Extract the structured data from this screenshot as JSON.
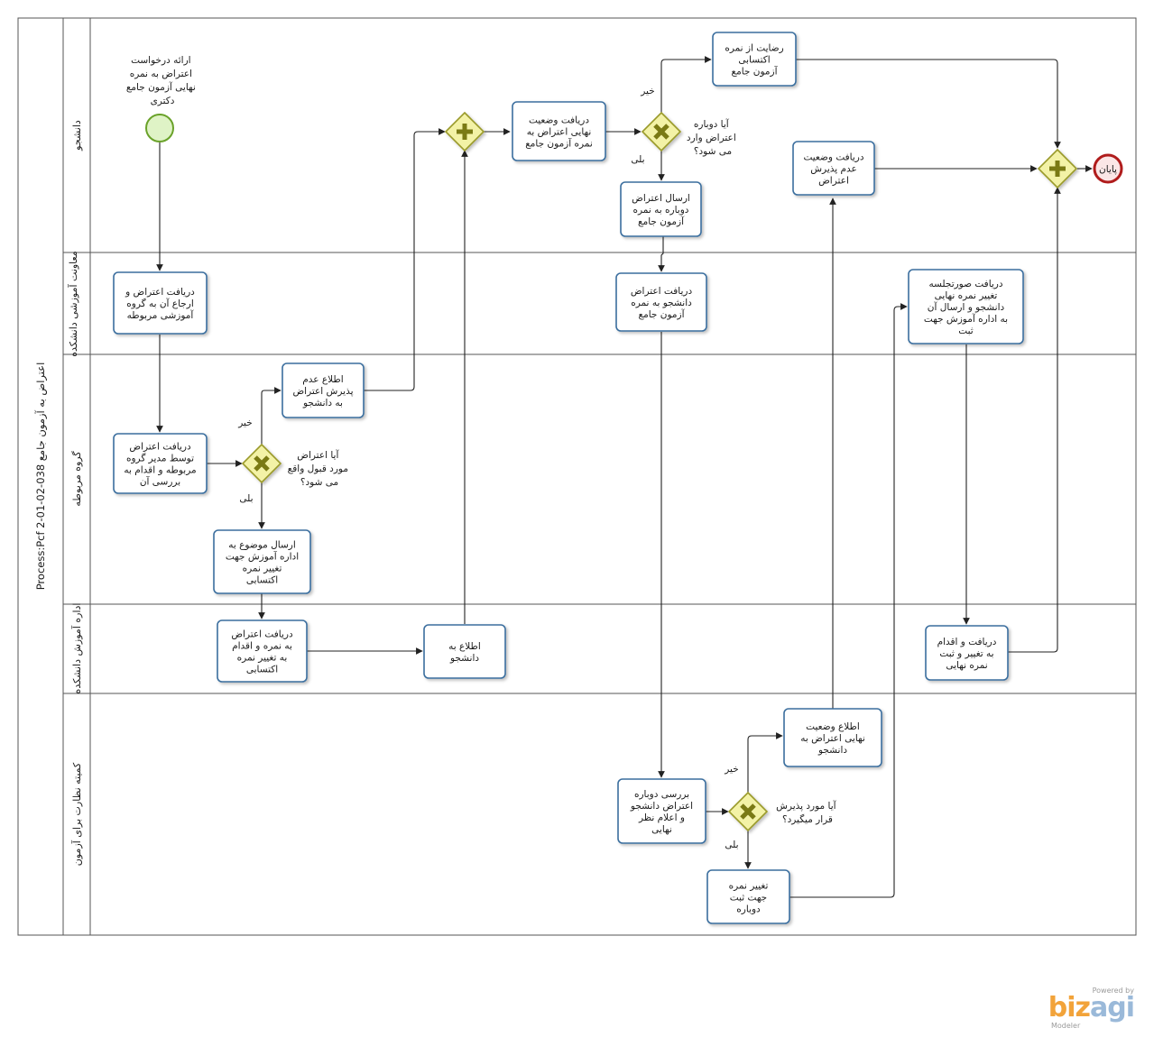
{
  "pool": {
    "title": "Process:Pcf 2-01-02-038 اعتراض به آزمون جامع"
  },
  "lanes": [
    {
      "id": "student",
      "label": "دانشجو"
    },
    {
      "id": "deputy",
      "label": "معاونت آموزشی دانشکده"
    },
    {
      "id": "group",
      "label": "گروه مربوطه"
    },
    {
      "id": "office",
      "label": "اداره آموزش دانشکده"
    },
    {
      "id": "committee",
      "label": "کمیته نظارت برای آزمون"
    }
  ],
  "start_event": {
    "label": [
      "ارائه درخواست",
      "اعتراض به نمره",
      "نهایی آزمون جامع",
      "دکتری"
    ]
  },
  "end_event": {
    "label": "پایان"
  },
  "tasks": {
    "t_deputy_receive": [
      "دریافت اعتراض و",
      "ارجاع آن به گروه",
      "آموزشی مربوطه"
    ],
    "t_group_review": [
      "دریافت اعتراض",
      "توسط مدیر گروه",
      "مربوطه و اقدام به",
      "بررسی آن"
    ],
    "t_group_reject": [
      "اطلاع عدم",
      "پذیرش اعتراض",
      "به دانشجو"
    ],
    "t_group_send": [
      "ارسال موضوع به",
      "اداره آموزش جهت",
      "تغییر نمره",
      "اکتسابی"
    ],
    "t_office_change": [
      "دریافت اعتراض",
      "به نمره و اقدام",
      "به تغییر نمره",
      "اکتسابی"
    ],
    "t_office_inform": [
      "اطلاع به",
      "دانشجو"
    ],
    "t_student_final": [
      "دریافت وضعیت",
      "نهایی اعتراض به",
      "نمره آزمون جامع"
    ],
    "t_student_satisfied": [
      "رضایت از نمره",
      "اکتسابی",
      "آزمون جامع"
    ],
    "t_student_resend": [
      "ارسال اعتراض",
      "دوباره به نمره",
      "آزمون جامع"
    ],
    "t_deputy_receive2": [
      "دریافت اعتراض",
      "دانشجو به نمره",
      "آزمون جامع"
    ],
    "t_committee_review": [
      "بررسی دوباره",
      "اعتراض دانشجو",
      "و اعلام نظر",
      "نهایی"
    ],
    "t_committee_inform": [
      "اطلاع وضعیت",
      "نهایی اعتراض به",
      "دانشجو"
    ],
    "t_committee_change": [
      "تغییر نمره",
      "جهت ثبت",
      "دوباره"
    ],
    "t_student_notaccepted": [
      "دریافت وضعیت",
      "عدم پذیرش",
      "اعتراض"
    ],
    "t_deputy_minutes": [
      "دریافت صورتجلسه",
      "تغییر نمره نهایی",
      "دانشجو و ارسال آن",
      "به اداره آموزش جهت",
      "ثبت"
    ],
    "t_office_register": [
      "دریافت و اقدام",
      "به تغییر و ثبت",
      "نمره نهایی"
    ]
  },
  "gateways": {
    "g_group": {
      "question": [
        "آیا اعتراض",
        "مورد قبول واقع",
        "می شود؟"
      ],
      "yes": "بلی",
      "no": "خیر"
    },
    "g_student": {
      "question": [
        "آیا دوباره",
        "اعتراض وارد",
        "می شود؟"
      ],
      "yes": "بلی",
      "no": "خیر"
    },
    "g_committee": {
      "question": [
        "آیا مورد پذیرش",
        "قرار میگیرد؟"
      ],
      "yes": "بلی",
      "no": "خیر"
    }
  },
  "logo": {
    "powered": "Powered by",
    "brand_a": "biz",
    "brand_b": "agi",
    "sub": "Modeler"
  },
  "colors": {
    "task_stroke": "#3a6e9e",
    "task_fill": "#ffffff",
    "gateway_fill": "#f3f2a6",
    "gateway_stroke": "#9a9a2a",
    "gateway_x": "#7a7a14",
    "start_stroke": "#6aa22a",
    "start_fill": "#dff3c6",
    "end_stroke": "#b01c1c",
    "end_fill": "#fbe6e6"
  }
}
